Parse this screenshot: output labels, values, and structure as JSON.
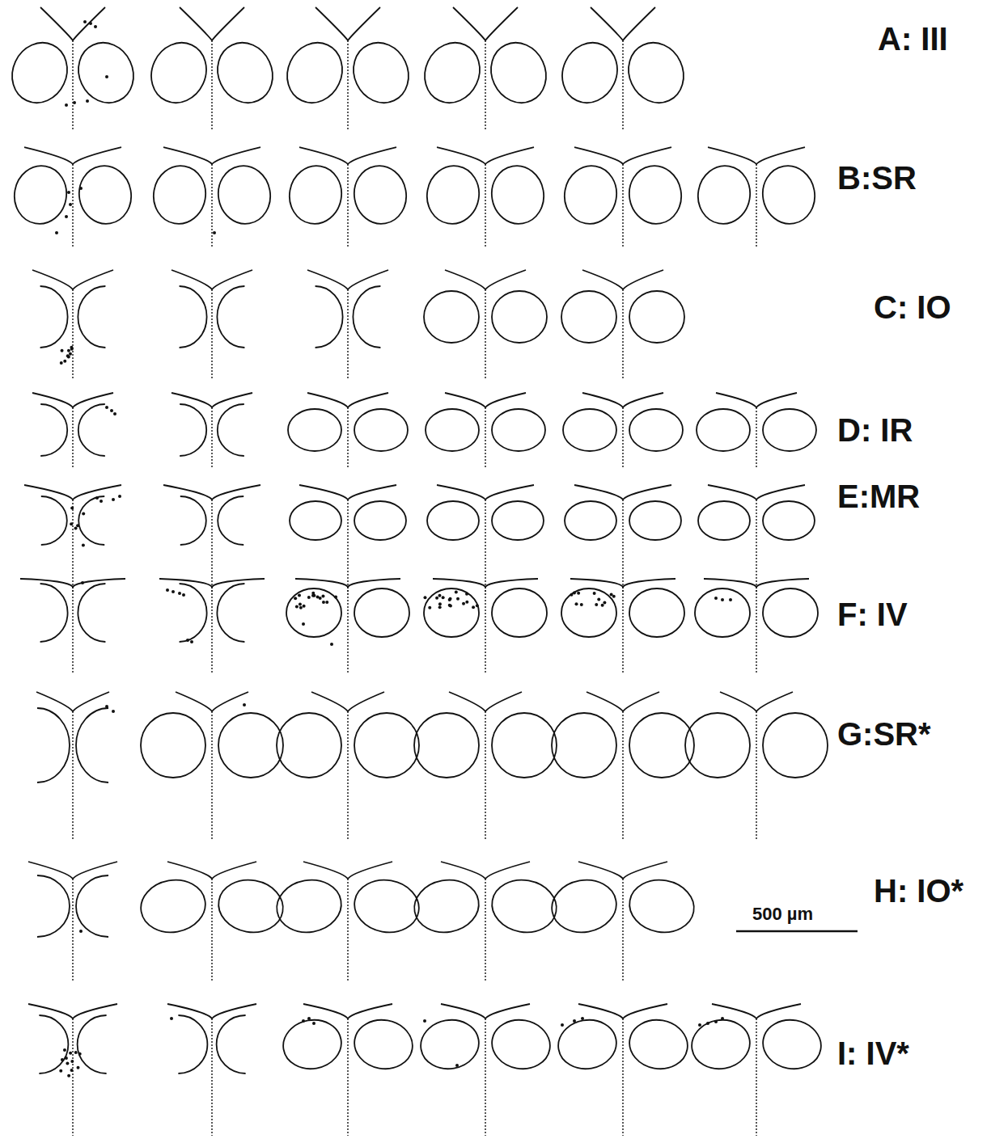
{
  "diagram": {
    "labels": [
      "A: III",
      "B:SR",
      "C: IO",
      "D: IR",
      "E:MR",
      "F: IV",
      "G:SR*",
      "H: IO*",
      "500 µm",
      "I: IV*"
    ]
  }
}
